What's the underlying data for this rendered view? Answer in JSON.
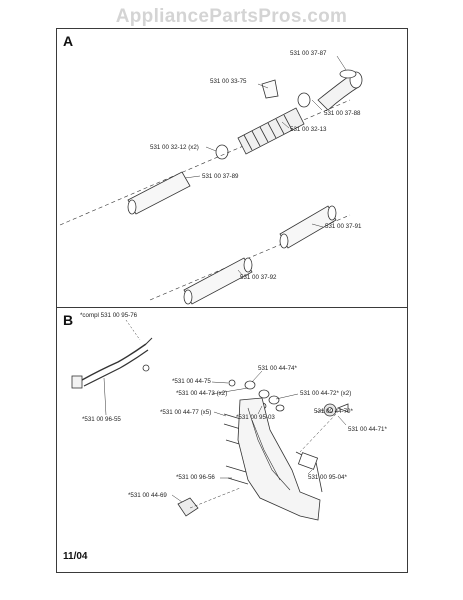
{
  "watermark": "AppliancePartsPros.com",
  "page_number": "11/04",
  "sections": {
    "a": {
      "letter": "A"
    },
    "b": {
      "letter": "B",
      "note_prefix": "*compl",
      "note_part": "531 00 95-76"
    }
  },
  "parts_a": {
    "p1": "531 00 37-87",
    "p2": "531 00 33-75",
    "p3": "531 00 37-88",
    "p4": "531 00 32-13",
    "p5": "531 00 32-12 (x2)",
    "p6": "531 00 37-89",
    "p7": "531 00 37-91",
    "p8": "531 00 37-92"
  },
  "parts_b": {
    "q1": "*531 00 96-55",
    "q2": "531 00 44-74*",
    "q3": "*531 00 44-75",
    "q4": "*531 00 44-73 (x2)",
    "q5": "531 00 44-72* (x2)",
    "q6": "*531 00 44-77 (x5)",
    "q7": "*531 00 95-03",
    "q8": "531 00 44-70*",
    "q9": "531 00 44-71*",
    "q10": "531 00 95-04*",
    "q11": "*531 00 96-56",
    "q12": "*531 00 44-69"
  }
}
